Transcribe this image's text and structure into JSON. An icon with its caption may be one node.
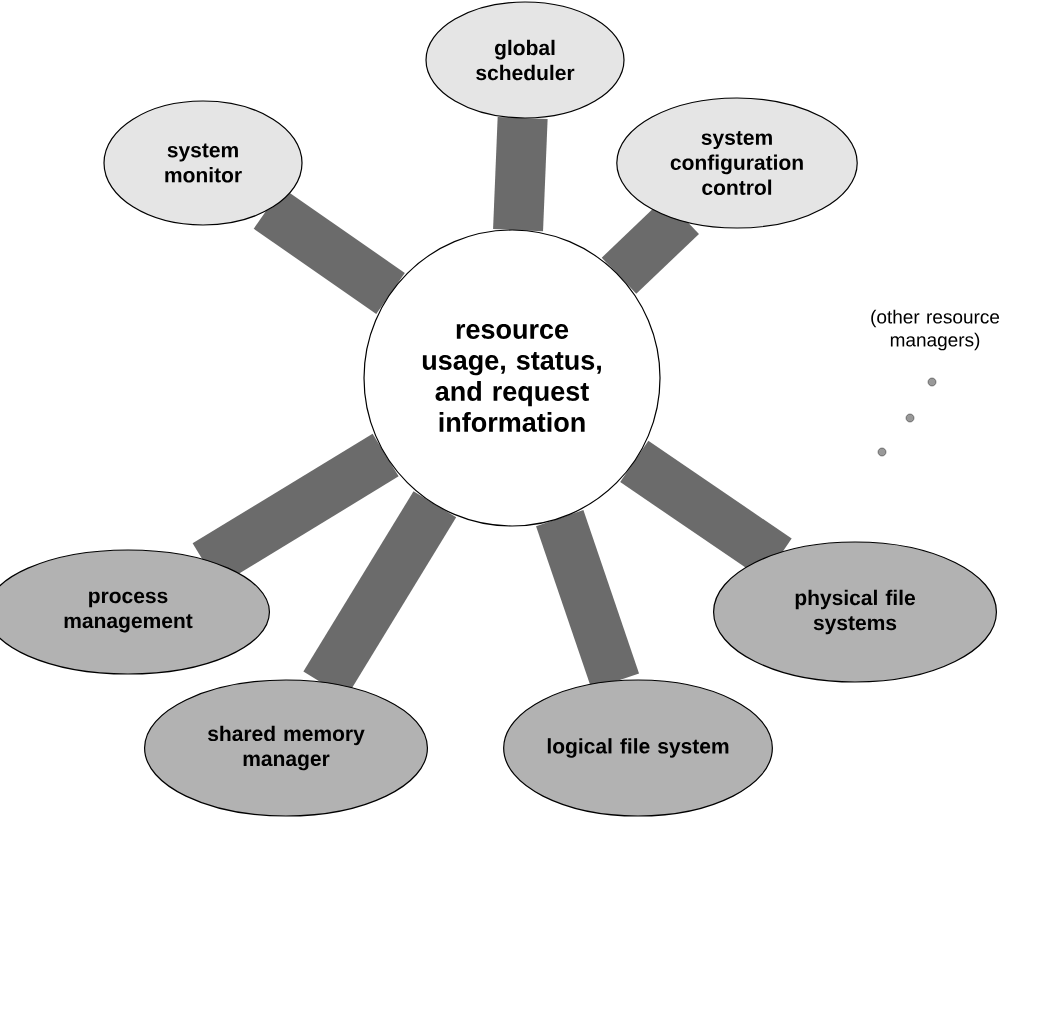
{
  "diagram": {
    "nodes": [
      {
        "text": [
          "resource usage, status, and request information"
        ]
      },
      {
        "text": [
          "global scheduler"
        ]
      },
      {
        "text": [
          "system monitor"
        ]
      },
      {
        "text": [
          "system configuration control"
        ]
      },
      {
        "text": [
          "process management"
        ]
      },
      {
        "text": [
          "shared memory manager"
        ]
      },
      {
        "text": [
          "logical file system"
        ]
      },
      {
        "text": [
          "physical file systems"
        ]
      }
    ],
    "edges": [
      {
        "from": 0,
        "to": 1,
        "arrow": "none"
      },
      {
        "from": 0,
        "to": 2,
        "arrow": "none"
      },
      {
        "from": 0,
        "to": 3,
        "arrow": "none"
      },
      {
        "from": 0,
        "to": 4,
        "arrow": "none"
      },
      {
        "from": 0,
        "to": 5,
        "arrow": "none"
      },
      {
        "from": 0,
        "to": 6,
        "arrow": "none"
      },
      {
        "from": 0,
        "to": 7,
        "arrow": "none"
      }
    ],
    "labels": [
      "(other resource managers)"
    ]
  }
}
